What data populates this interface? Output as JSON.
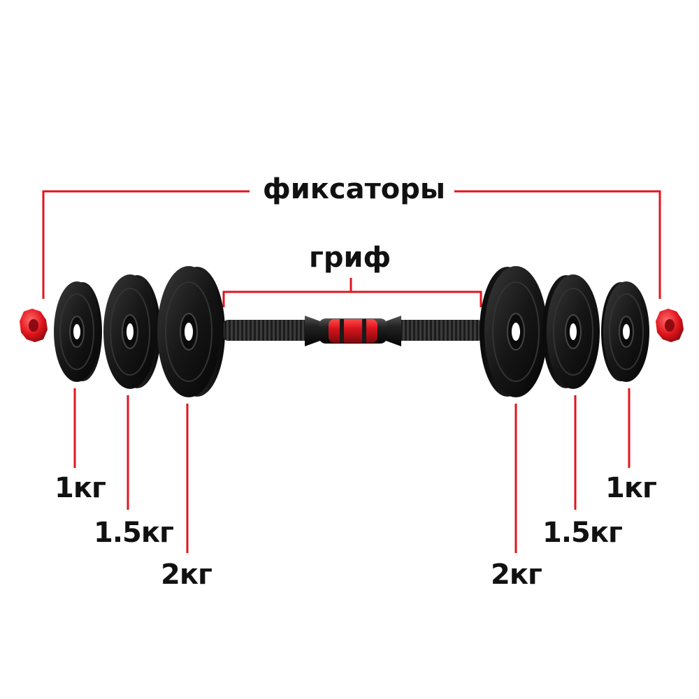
{
  "labels": {
    "clamps": "фиксаторы",
    "bar": "гриф",
    "left_plates": [
      "1кг",
      "1.5кг",
      "2кг"
    ],
    "right_plates": [
      "2кг",
      "1.5кг",
      "1кг"
    ]
  },
  "colors": {
    "accent": "#e1141c",
    "plate": "#141414",
    "text": "#111111",
    "background": "#ffffff"
  },
  "icons": {
    "clamp": "star-nut-icon",
    "plate": "weight-plate-icon",
    "bar": "threaded-handle-icon"
  }
}
